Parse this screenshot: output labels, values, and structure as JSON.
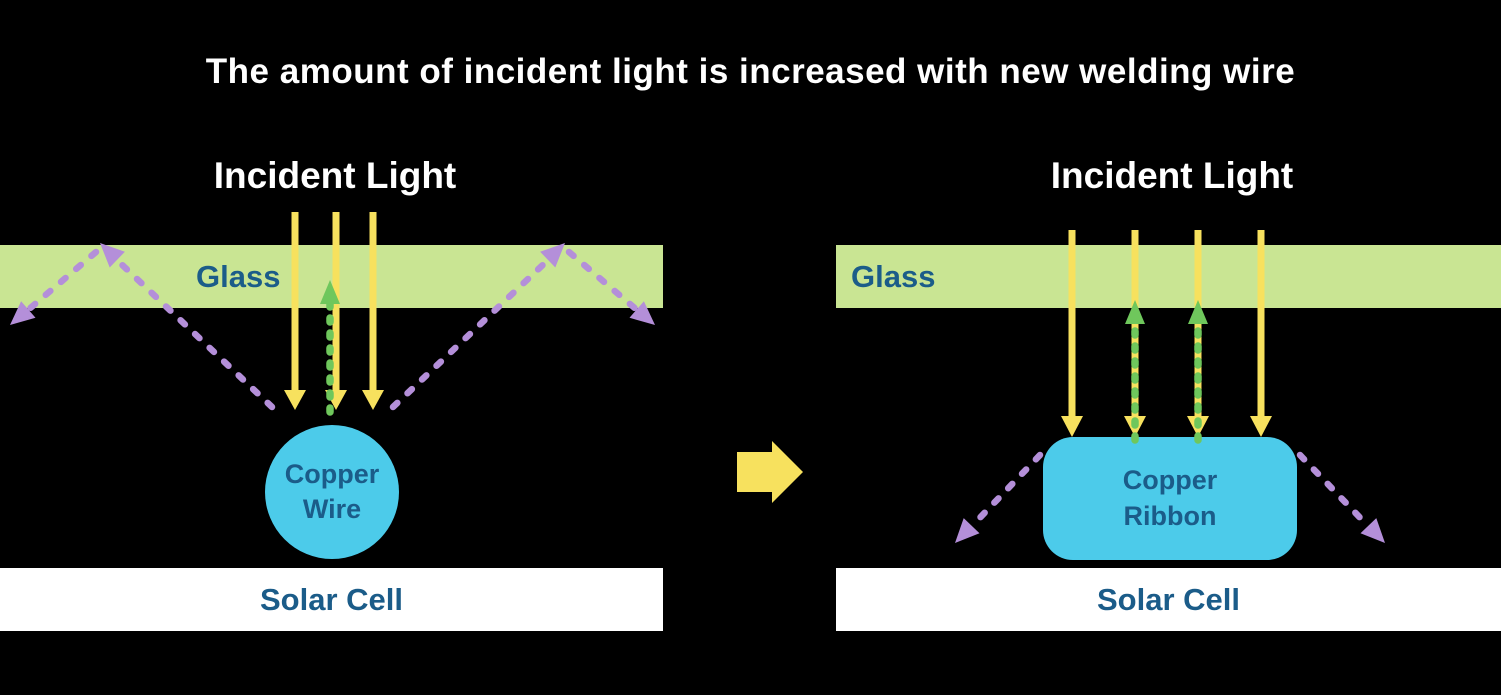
{
  "title": "The amount of incident light is increased with new welding wire",
  "colors": {
    "background": "#000000",
    "title_text": "#ffffff",
    "incident_text": "#ffffff",
    "glass_fill": "#c9e593",
    "label_navy": "#1b5c89",
    "yellow": "#f7e15e",
    "purple": "#b48fd9",
    "green": "#6fc75c",
    "cyan": "#4ccbea",
    "solar_fill": "#ffffff"
  },
  "left_panel": {
    "incident_light_label": "Incident Light",
    "glass_label": "Glass",
    "component_label_line1": "Copper",
    "component_label_line2": "Wire",
    "solar_cell_label": "Solar Cell"
  },
  "right_panel": {
    "incident_light_label": "Incident Light",
    "glass_label": "Glass",
    "component_label_line1": "Copper",
    "component_label_line2": "Ribbon",
    "solar_cell_label": "Solar Cell"
  }
}
